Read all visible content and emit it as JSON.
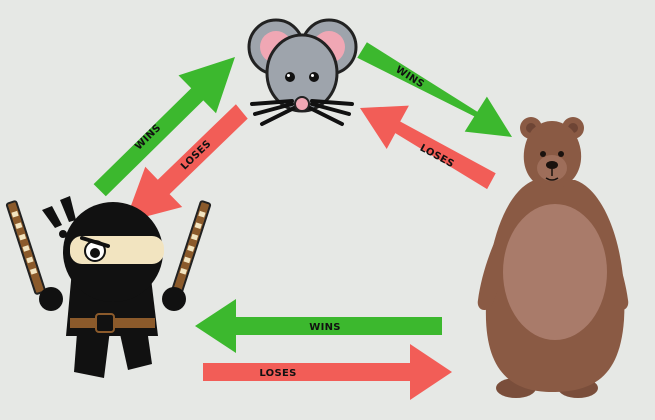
{
  "colors": {
    "background": "#e6e8e5",
    "win_arrow": "#3cb82e",
    "lose_arrow": "#f25d57",
    "mouse_body": "#9ea4ac",
    "mouse_ear_inner": "#f0a7b4",
    "bear_fur": "#8a5a44",
    "bear_belly": "#a97b6a",
    "ninja_suit": "#111111",
    "ninja_face": "#f2e4c0",
    "sword_wood": "#8b5a2b"
  },
  "characters": [
    {
      "id": "ninja",
      "icon": "ninja-icon",
      "exclamation": "!!"
    },
    {
      "id": "mouse",
      "icon": "mouse-icon"
    },
    {
      "id": "bear",
      "icon": "bear-icon"
    }
  ],
  "arrows": {
    "ninja_to_mouse": {
      "label": "WINS",
      "from": "ninja",
      "to": "mouse",
      "kind": "win"
    },
    "mouse_to_ninja": {
      "label": "LOSES",
      "from": "mouse",
      "to": "ninja",
      "kind": "lose"
    },
    "mouse_to_bear": {
      "label": "WINS",
      "from": "mouse",
      "to": "bear",
      "kind": "win"
    },
    "bear_to_mouse": {
      "label": "LOSES",
      "from": "bear",
      "to": "mouse",
      "kind": "lose"
    },
    "bear_to_ninja": {
      "label": "WINS",
      "from": "bear",
      "to": "ninja",
      "kind": "win"
    },
    "ninja_to_bear": {
      "label": "LOSES",
      "from": "ninja",
      "to": "bear",
      "kind": "lose"
    }
  }
}
